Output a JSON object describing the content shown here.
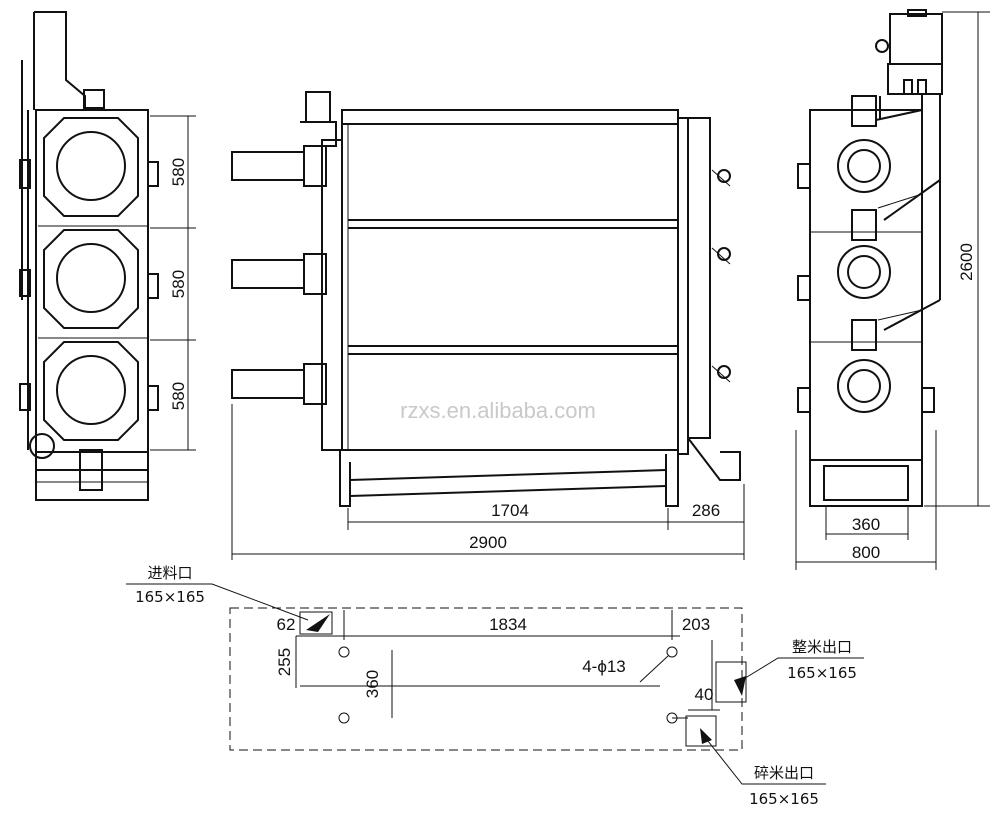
{
  "watermark": "rzxs.en.alibaba.com",
  "side_view_left": {
    "dimensions": [
      "580",
      "580",
      "580"
    ]
  },
  "front_view": {
    "dim_inner": "1704",
    "dim_outlet": "286",
    "dim_total": "2900"
  },
  "side_view_right": {
    "dim_height": "2600",
    "dim_base_inner": "360",
    "dim_base_outer": "800"
  },
  "plan_view": {
    "feed_inlet": {
      "label": "进料口",
      "size": "165×165"
    },
    "whole_rice_outlet": {
      "label": "整米出口",
      "size": "165×165"
    },
    "broken_rice_outlet": {
      "label": "碎米出口",
      "size": "165×165"
    },
    "dims": {
      "d62": "62",
      "d1834": "1834",
      "d203": "203",
      "d255": "255",
      "d360": "360",
      "d40": "40",
      "holes": "4-ϕ13"
    }
  }
}
